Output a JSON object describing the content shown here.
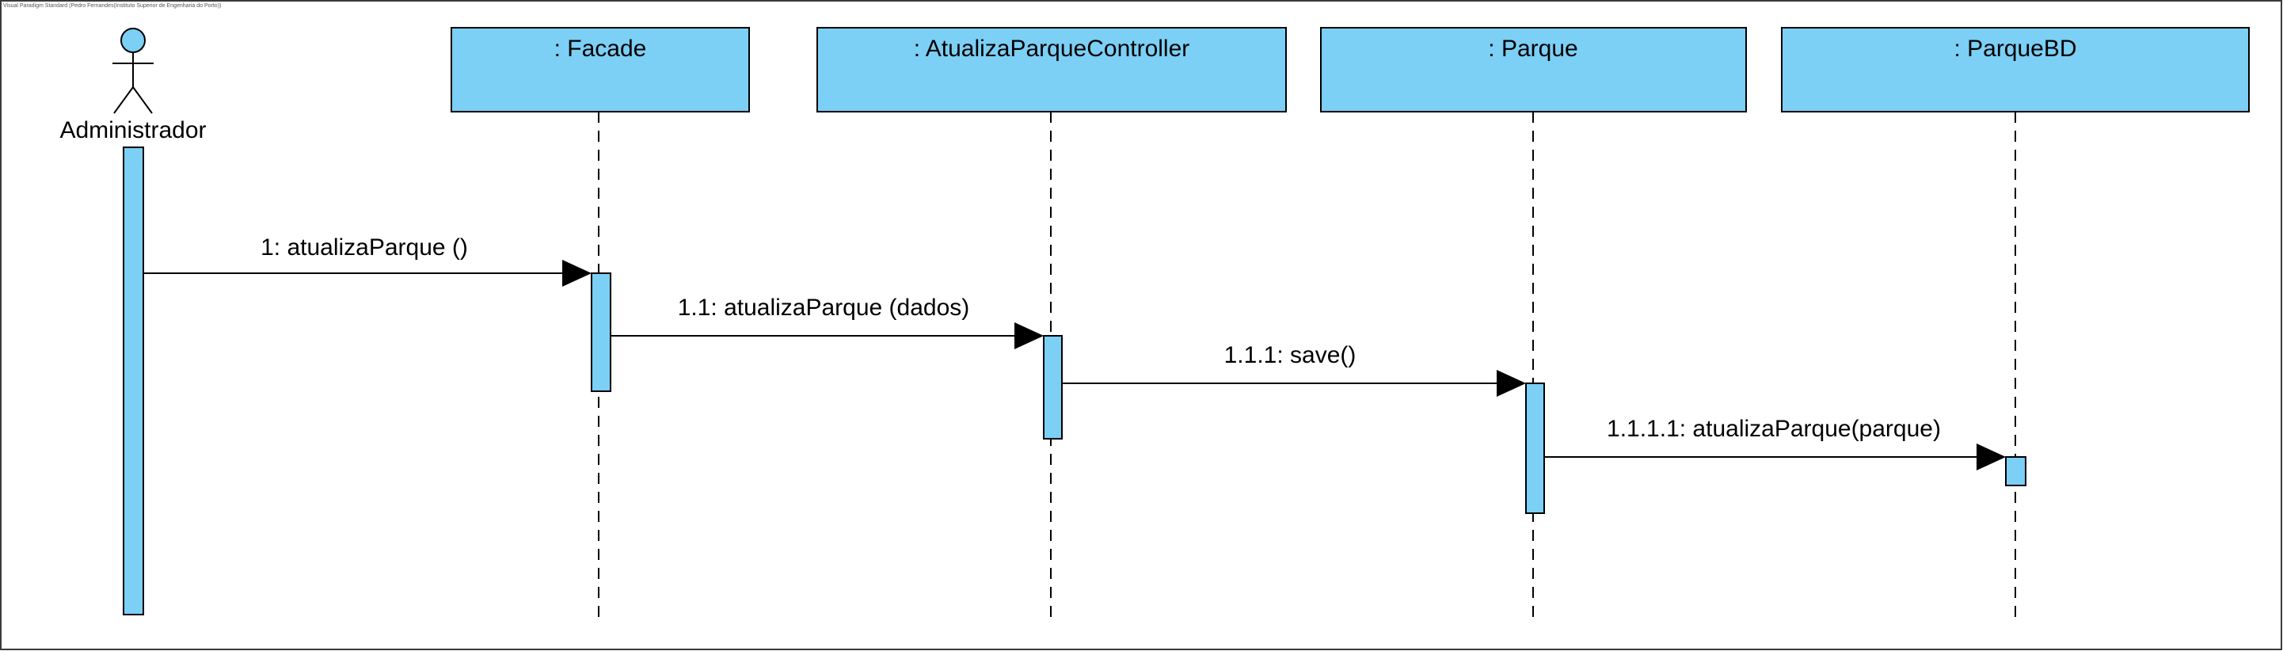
{
  "watermark": "Visual Paradigm Standard (Pedro Fernandes(Instituto Superior de Engenharia do Porto))",
  "colors": {
    "fill": "#7ccff5",
    "stroke": "#000000",
    "frame": "#3a3a3a"
  },
  "actor": {
    "name": "Administrador"
  },
  "lifelines": [
    {
      "label": ": Facade"
    },
    {
      "label": ": AtualizaParqueController"
    },
    {
      "label": ": Parque"
    },
    {
      "label": ": ParqueBD"
    }
  ],
  "messages": [
    {
      "label": "1: atualizaParque ()"
    },
    {
      "label": "1.1: atualizaParque (dados)"
    },
    {
      "label": "1.1.1: save()"
    },
    {
      "label": "1.1.1.1: atualizaParque(parque)"
    }
  ]
}
